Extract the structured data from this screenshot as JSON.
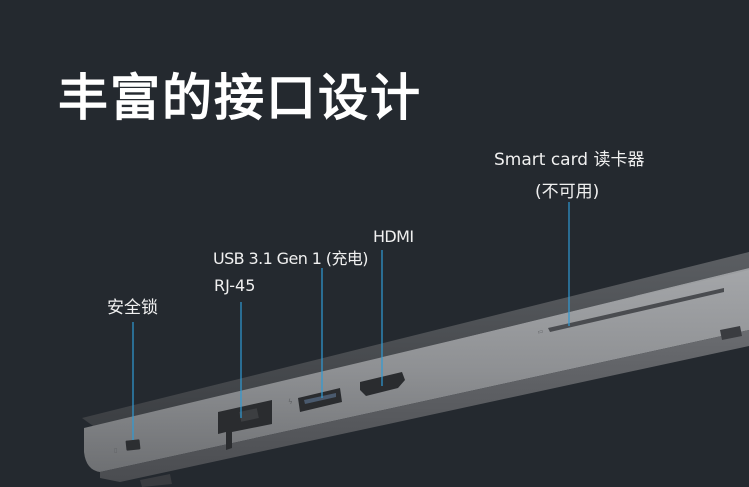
{
  "headline": "丰富的接口设计",
  "callouts": {
    "security_lock": "安全锁",
    "usb": "USB 3.1 Gen 1 (充电)",
    "rj45": "RJ-45",
    "hdmi": "HDMI",
    "smartcard_line1": "Smart card 读卡器",
    "smartcard_line2": "(不可用)"
  },
  "colors": {
    "background": "#24292f",
    "callout_line": "#2e9bd6",
    "laptop_body": "#8d8f92"
  }
}
